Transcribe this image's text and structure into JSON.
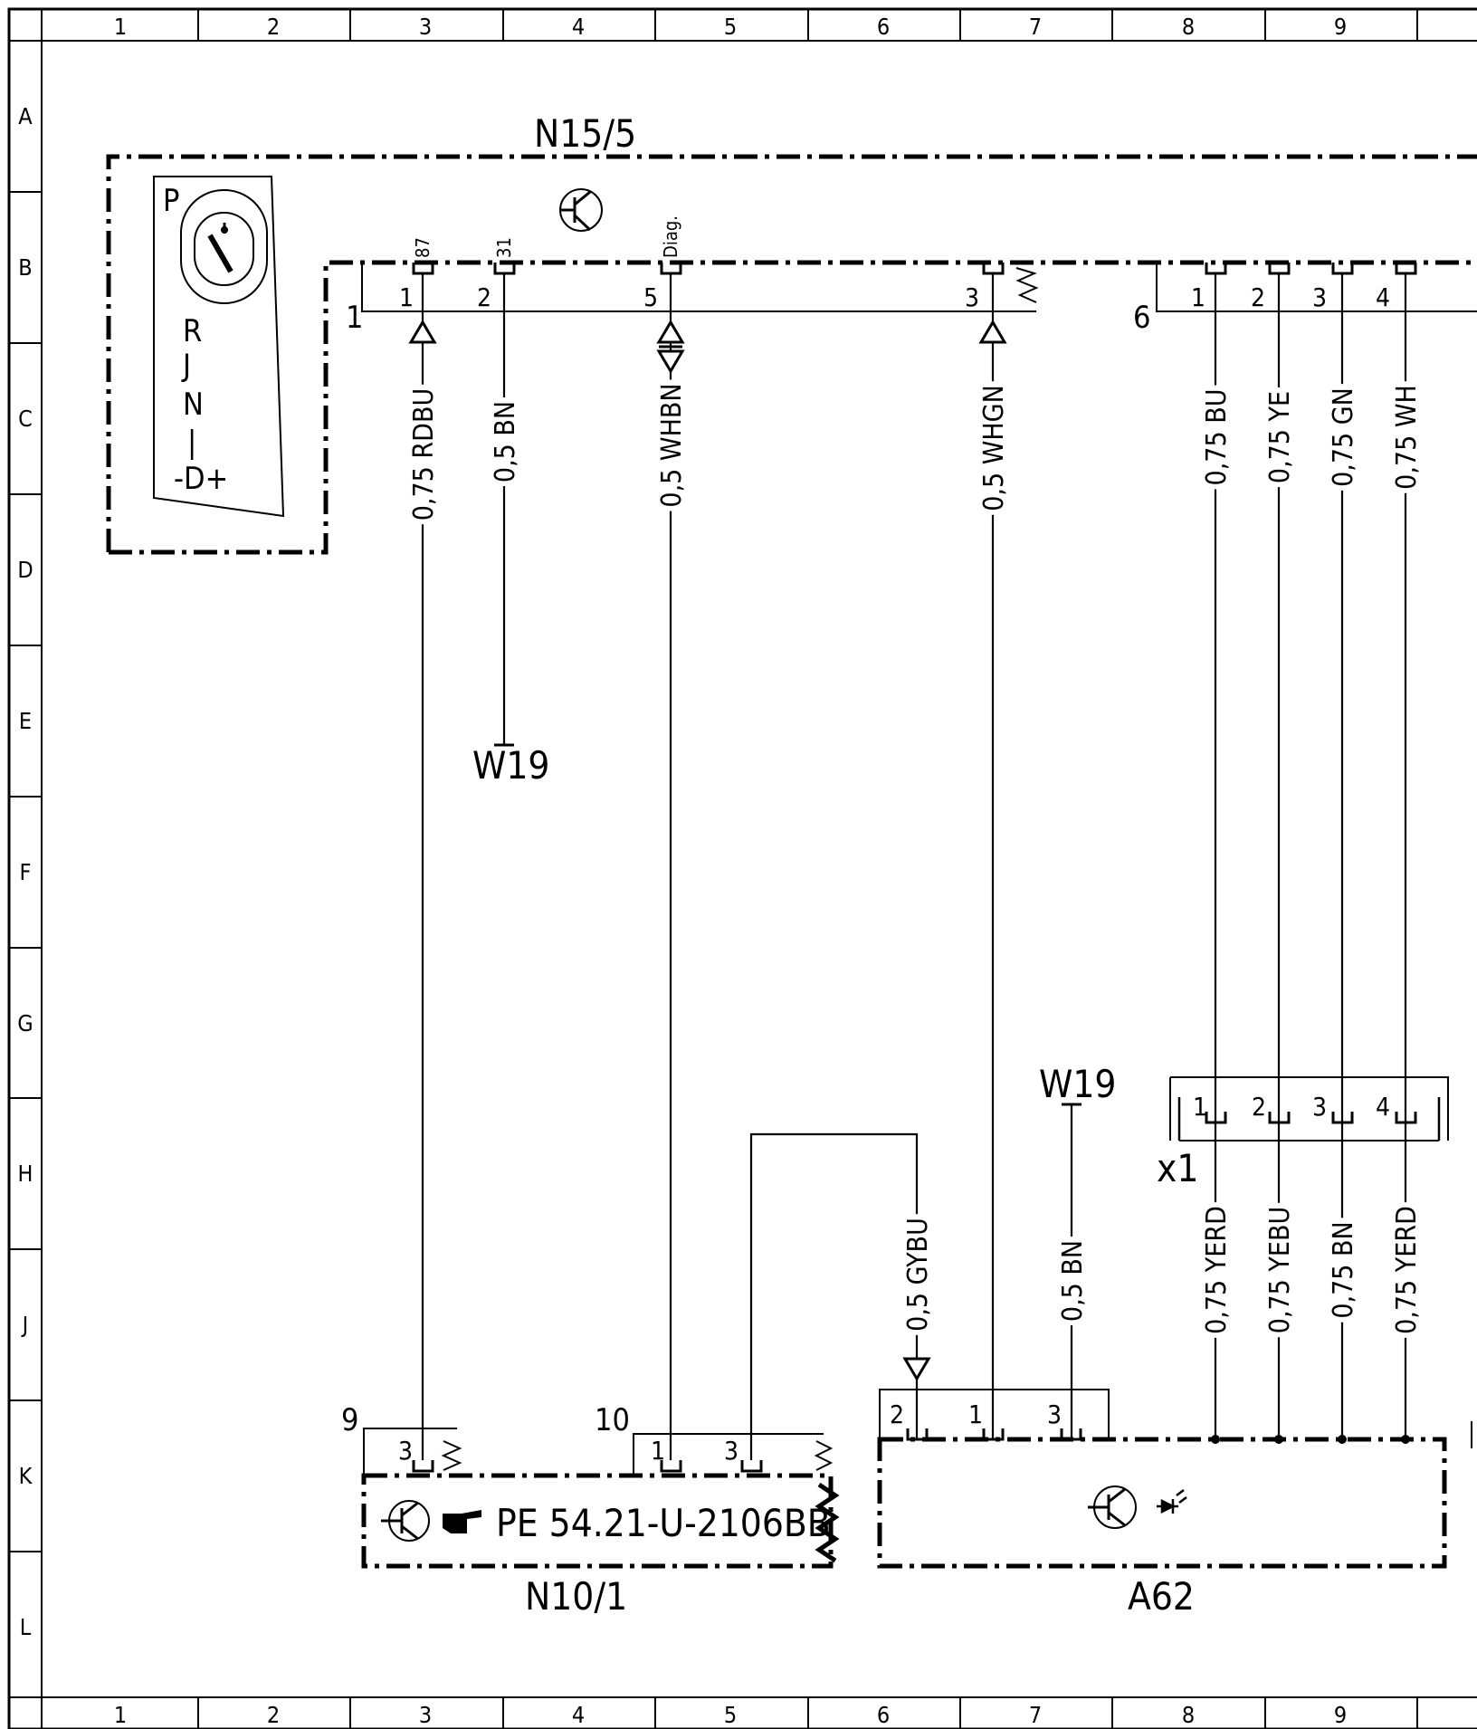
{
  "grid": {
    "columns": [
      "1",
      "2",
      "3",
      "4",
      "5",
      "6",
      "7",
      "8",
      "9"
    ],
    "rows": [
      "A",
      "B",
      "C",
      "D",
      "E",
      "F",
      "G",
      "H",
      "J",
      "K",
      "L"
    ]
  },
  "components": {
    "selector": "N15/5",
    "module": "N10/1",
    "unit": "A62",
    "connector": "x1",
    "ground_top": "W19",
    "ground_bottom": "W19"
  },
  "selector_panel": {
    "p": "P",
    "r": "R",
    "j": "J",
    "n": "N",
    "bar": "|",
    "d": "-D+"
  },
  "connectors": {
    "c1": "1",
    "c6": "6",
    "c9": "9",
    "c10": "10"
  },
  "terminals": {
    "t87": "87",
    "t31": "31",
    "diag": "Diag."
  },
  "pins": {
    "top_1": "1",
    "top_2": "2",
    "top_5": "5",
    "top_3": "3",
    "r_1": "1",
    "r_2": "2",
    "r_3": "3",
    "r_4": "4",
    "x1_1": "1",
    "x1_2": "2",
    "x1_3": "3",
    "x1_4": "4",
    "k9_3": "3",
    "k10_1": "1",
    "k10_3": "3",
    "a_2": "2",
    "a_1": "1",
    "a_3": "3"
  },
  "wires": {
    "w_rdbu": "0,75 RDBU",
    "w_bn": "0,5 BN",
    "w_whbn": "0,5 WHBN",
    "w_whgn": "0,5 WHGN",
    "w_bu": "0,75 BU",
    "w_ye": "0,75 YE",
    "w_gn": "0,75 GN",
    "w_wh": "0,75 WH",
    "w_gybu": "0,5 GYBU",
    "w_bn2": "0,5 BN",
    "w_yerd1": "0,75 YERD",
    "w_yebu": "0,75 YEBU",
    "w_bn3": "0,75 BN",
    "w_yerd2": "0,75 YERD"
  },
  "reference": "PE 54.21-U-2106BB"
}
